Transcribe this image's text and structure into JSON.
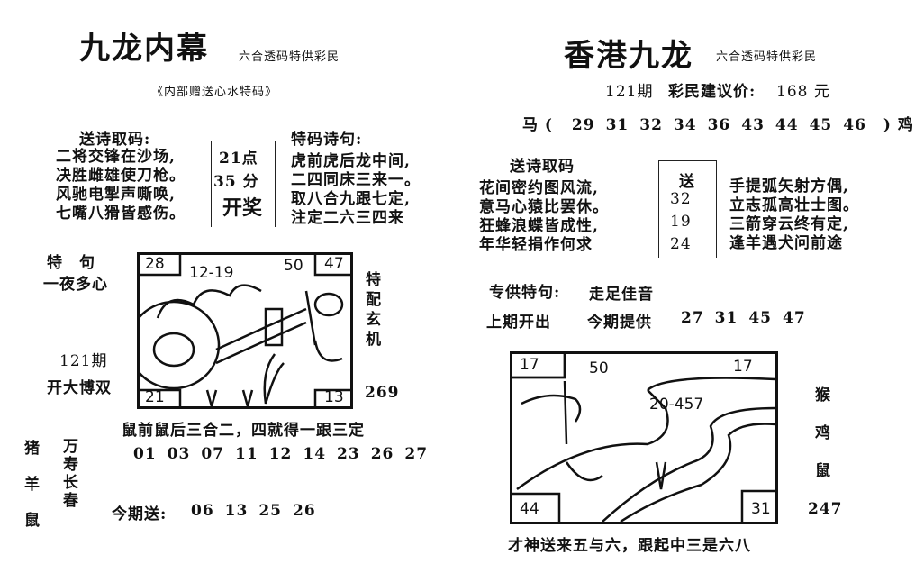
{
  "left": {
    "title": "九龙内幕",
    "subtitle": "六合透码特供彩民",
    "tagline": "《内部赠送心水特码》",
    "poem_heading": "送诗取码:",
    "poem": [
      "二将交锋在沙场,",
      "决胜雌雄使刀枪。",
      "风驰电掣声嘶唤,",
      "七嘴八猾皆感伤。"
    ],
    "draw_time": [
      "21点",
      "35 分",
      "开奖"
    ],
    "special_heading": "特码诗句:",
    "special_poem": [
      "虎前虎后龙中间,",
      "二四同床三来一。",
      "取八合九跟七定,",
      "注定二六三四来"
    ],
    "te_ju_label": "特　句",
    "te_ju": "一夜多心",
    "issue": "121期",
    "issue_note": "开大博双",
    "side_vertical": [
      "特",
      "配",
      "玄",
      "机"
    ],
    "side_number": "269",
    "drawing_labels": {
      "top_left": "28",
      "top_middle": "12-19",
      "top_right_hint": "50",
      "top_right": "47",
      "bottom_left": "21",
      "bottom_right": "13"
    },
    "verse": "鼠前鼠后三合二，四就得一跟三定",
    "numbers": [
      "01",
      "03",
      "07",
      "11",
      "12",
      "14",
      "23",
      "26",
      "27"
    ],
    "zodiacs": [
      "猪",
      "羊",
      "鼠"
    ],
    "blessing": [
      "万",
      "寿",
      "长",
      "春"
    ],
    "this_issue_label": "今期送:",
    "this_issue_numbers": [
      "06",
      "13",
      "25",
      "26"
    ]
  },
  "right": {
    "title": "香港九龙",
    "subtitle": "六合透码特供彩民",
    "issue": "121期",
    "price_label": "彩民建议价:",
    "price": "168 元",
    "range_start": "马 (",
    "range_numbers": [
      "29",
      "31",
      "32",
      "34",
      "36",
      "43",
      "44",
      "45",
      "46"
    ],
    "range_end": ") 鸡",
    "poem_heading": "送诗取码",
    "poem": [
      "花间密约图风流,",
      "意马心猿比罢休。",
      "狂蜂浪蝶皆成性,",
      "年华轻捐作何求"
    ],
    "gift_label": "送",
    "gift_numbers": [
      "32",
      "19",
      "24"
    ],
    "poem2": [
      "手提弧矢射方偶,",
      "立志孤高壮士图。",
      "三箭穿云终有定,",
      "逢羊遇犬问前途"
    ],
    "special_label": "专供特句:",
    "special_text": "走足佳音",
    "last_issue_label": "上期开出",
    "provide_label": "今期提供",
    "provide_numbers": [
      "27",
      "31",
      "45",
      "47"
    ],
    "drawing_labels": {
      "top_left": "17",
      "top_middle": "50",
      "top_right": "17",
      "middle": "20-457",
      "bottom_left": "44",
      "bottom_right": "31"
    },
    "side_vertical": [
      "猴",
      "鸡",
      "鼠"
    ],
    "side_number": "247",
    "verse": "才神送来五与六，跟起中三是六八"
  }
}
